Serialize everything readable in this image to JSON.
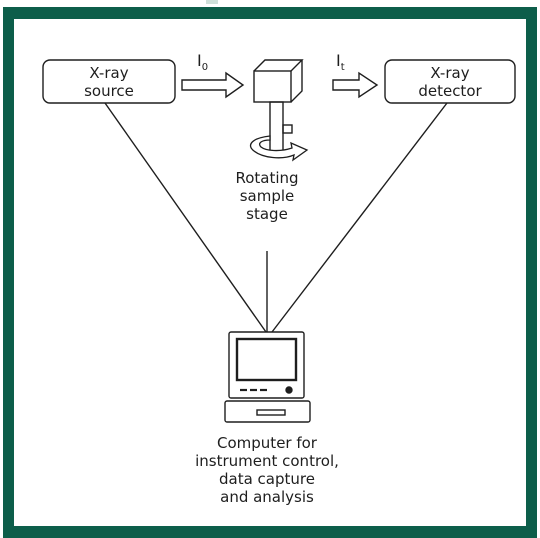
{
  "diagram": {
    "source_label_line1": "X-ray",
    "source_label_line2": "source",
    "detector_label_line1": "X-ray",
    "detector_label_line2": "detector",
    "incident_beam_label": "I",
    "incident_beam_subscript": "0",
    "transmitted_beam_label": "I",
    "transmitted_beam_subscript": "t",
    "stage_label_lines": [
      "Rotating",
      "sample",
      "stage"
    ],
    "computer_label_lines": [
      "Computer for",
      "instrument control,",
      "data capture",
      "and analysis"
    ]
  },
  "colors": {
    "frame": "#0d5e4a",
    "stroke": "#1e1e1e",
    "background": "#ffffff"
  }
}
